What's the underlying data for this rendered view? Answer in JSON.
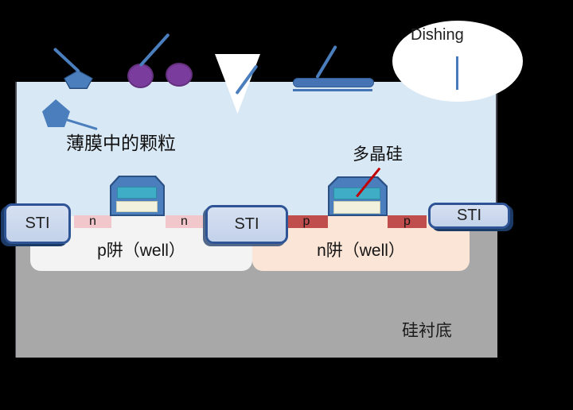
{
  "annotations": {
    "film_particle_label": "薄膜中的颗粒",
    "polysilicon_label": "多晶硅",
    "dishing_label": "Dishing",
    "substrate_label": "硅衬底"
  },
  "regions": {
    "p_well_label": "p阱（well）",
    "n_well_label": "n阱（well）",
    "sti": [
      {
        "label": "STI"
      },
      {
        "label": "STI"
      },
      {
        "label": "STI"
      }
    ],
    "doped": [
      {
        "label": "n"
      },
      {
        "label": "n"
      },
      {
        "label": "p"
      },
      {
        "label": "p"
      }
    ]
  },
  "icons": {
    "surface_particle": "pentagon-particle-icon",
    "embedded_particle": "pentagon-particle-icon",
    "slurry_particles": "purple-sphere-particles-icon",
    "scratch": "v-groove-scratch-icon",
    "residue": "flat-residue-bar-icon",
    "dishing_marker": "dishing-ellipse-icon"
  },
  "colors": {
    "background": "#000000",
    "film": "#d9e8f5",
    "substrate": "#a8a8a8",
    "p_well": "#f3f3f3",
    "n_well": "#fbe5d6",
    "n_plus": "#f1c7cb",
    "p_plus": "#bf4e4c",
    "sti_fill": "#cbd9ee",
    "sti_border": "#2f5496",
    "gate_blue": "#4a7ebc",
    "gate_teal": "#3fadc5",
    "gate_cream": "#f1f1dd",
    "particle_purple": "#7b3d9d",
    "pointer_blue": "#4a7ebc",
    "pointer_red": "#c00000",
    "dishing_line_blue": "#4779bd"
  }
}
